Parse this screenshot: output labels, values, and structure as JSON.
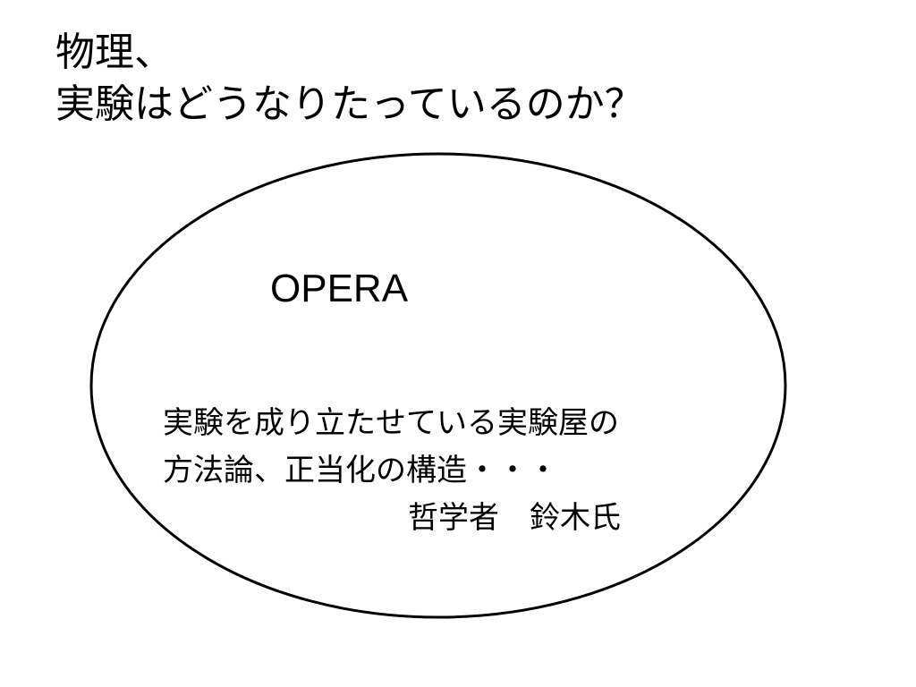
{
  "slide": {
    "title_line_1": "物理、",
    "title_line_2": "実験はどうなりたっているのか？",
    "ellipse": {
      "label": "OPERA",
      "text_line_1": "実験を成り立たせている実験屋の",
      "text_line_2": "方法論、正当化の構造・・・",
      "attribution": "哲学者　鈴木氏"
    }
  }
}
